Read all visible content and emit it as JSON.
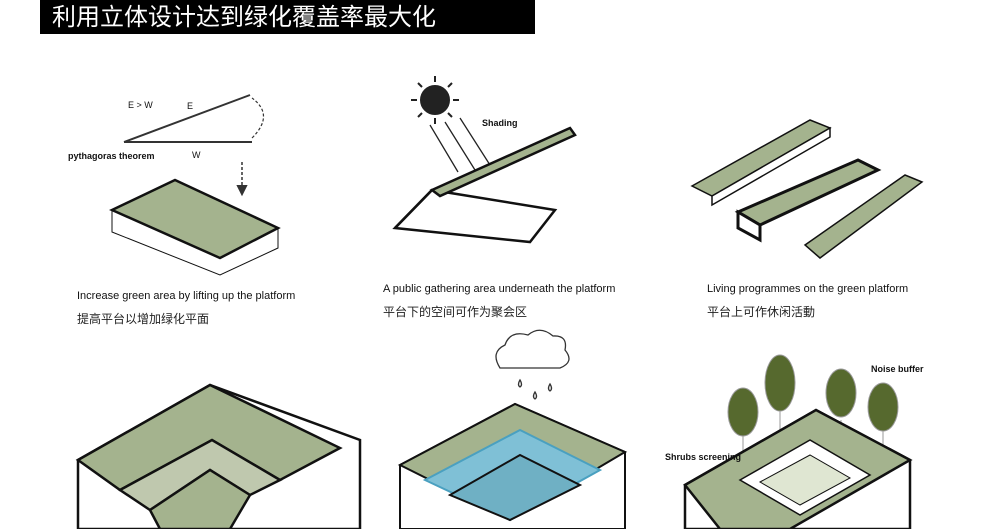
{
  "title": "利用立体设计达到绿化覆盖率最大化",
  "panels": [
    {
      "caption": "Increase green area by lifting up the platform",
      "caption_cn": "提高平台以增加绿化平面",
      "labels": {
        "ew": "E > W",
        "e": "E",
        "w": "W",
        "theorem": "pythagoras theorem"
      }
    },
    {
      "caption": "A public gathering area underneath the platform",
      "caption_cn": "平台下的空间可作为聚会区",
      "labels": {
        "shading": "Shading"
      }
    },
    {
      "caption": "Living  programmes  on the  green platform",
      "caption_cn": "平台上可作休闲活動"
    },
    {},
    {},
    {
      "labels": {
        "noise": "Noise buffer",
        "shrubs": "Shrubs screening"
      }
    }
  ],
  "colors": {
    "green": "#a4b38e",
    "tree": "#56692e",
    "water": "#7fc0d6"
  }
}
